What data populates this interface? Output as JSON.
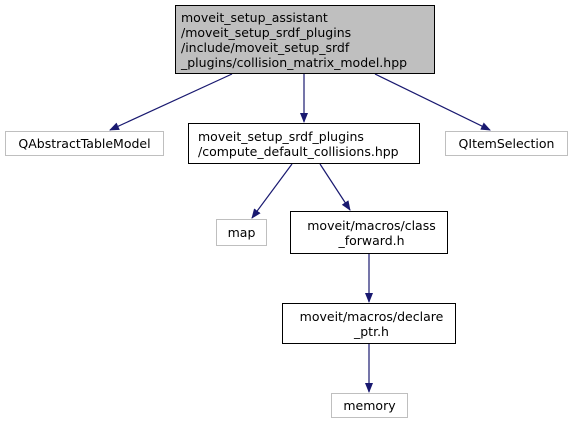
{
  "colors": {
    "edge": "#191970",
    "main_fill": "#bfbfbf",
    "external_border": "#bfbfbf",
    "node_border": "#000000"
  },
  "nodes": {
    "collision_matrix_model": {
      "lines": [
        "moveit_setup_assistant",
        "/moveit_setup_srdf_plugins",
        "/include/moveit_setup_srdf",
        "_plugins/collision_matrix_model.hpp"
      ]
    },
    "qabstracttablemodel": {
      "lines": [
        "QAbstractTableModel"
      ]
    },
    "compute_default_collisions": {
      "lines": [
        "moveit_setup_srdf_plugins",
        "/compute_default_collisions.hpp"
      ]
    },
    "qitemselection": {
      "lines": [
        "QItemSelection"
      ]
    },
    "map": {
      "lines": [
        "map"
      ]
    },
    "class_forward": {
      "lines": [
        "moveit/macros/class",
        "_forward.h"
      ]
    },
    "declare_ptr": {
      "lines": [
        "moveit/macros/declare",
        "_ptr.h"
      ]
    },
    "memory": {
      "lines": [
        "memory"
      ]
    }
  }
}
